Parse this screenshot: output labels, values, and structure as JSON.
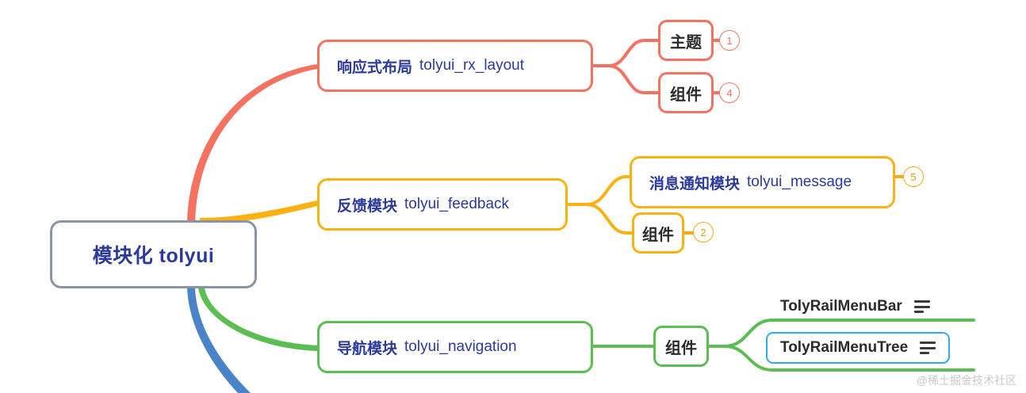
{
  "diagram": {
    "title": "模块化 tolyui",
    "root": {
      "label": "模块化 tolyui"
    },
    "branches": [
      {
        "id": "rx-layout",
        "cn": "响应式布局",
        "en": "tolyui_rx_layout",
        "color": "#f4725f",
        "children": [
          {
            "label": "主题",
            "badge": "1"
          },
          {
            "label": "组件",
            "badge": "4"
          }
        ]
      },
      {
        "id": "feedback",
        "cn": "反馈模块",
        "en": "tolyui_feedback",
        "color": "#f9b211",
        "children": [
          {
            "cn": "消息通知模块",
            "en": "tolyui_message",
            "badge": "5"
          },
          {
            "label": "组件",
            "badge": "2"
          }
        ]
      },
      {
        "id": "navigation",
        "cn": "导航模块",
        "en": "tolyui_navigation",
        "color": "#5cbd52",
        "children": [
          {
            "label": "组件"
          }
        ],
        "rail_items": [
          {
            "label": "TolyRailMenuBar",
            "icon": "menu-list-icon",
            "highlighted": false
          },
          {
            "label": "TolyRailMenuTree",
            "icon": "menu-list-icon",
            "highlighted": true,
            "highlight_color": "#2eaaf0"
          }
        ]
      }
    ],
    "colors": {
      "root_border": "#8b93a6",
      "text_blue": "#2b3a9c",
      "red": "#f4725f",
      "amber": "#f9b211",
      "green": "#5cbd52",
      "blue": "#4a83c8",
      "highlight": "#2eaaf0"
    }
  },
  "watermark": {
    "text": "@稀土掘金技术社区"
  }
}
